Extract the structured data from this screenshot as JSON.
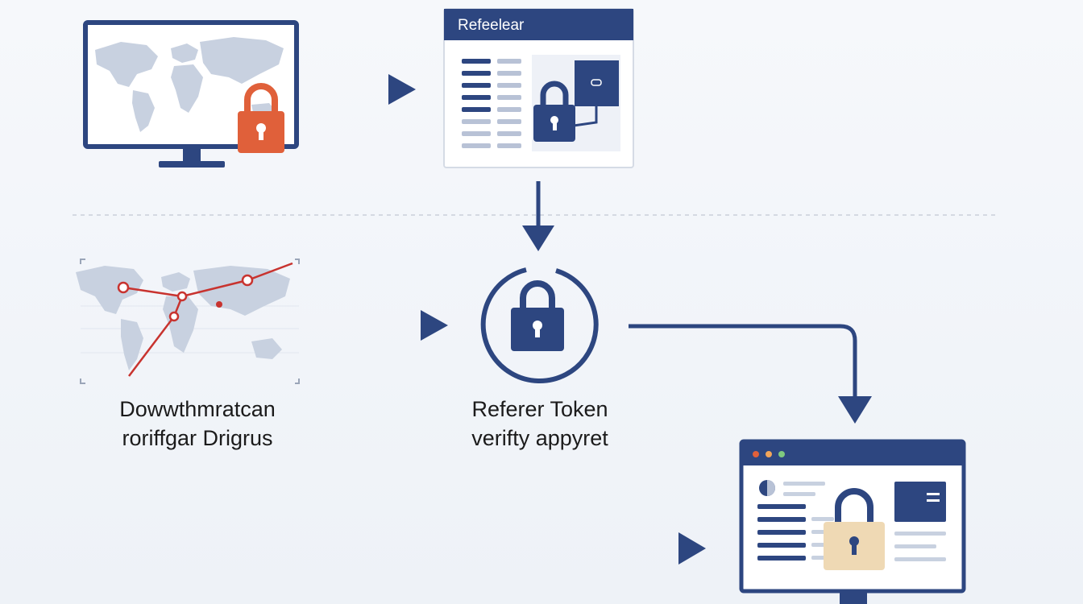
{
  "colors": {
    "navy": "#2d4680",
    "accent_red": "#e0603a",
    "route_red": "#c8332f",
    "map_land": "#c8d1e0",
    "lock_tan": "#efd9b4",
    "background": "#f3f6fa"
  },
  "top_window": {
    "title": "Refeelear"
  },
  "step_local": {
    "caption_line1": "Dowwthmratcan",
    "caption_line2": "roriffgar Drigrus"
  },
  "step_verify": {
    "caption_line1": "Referer Token",
    "caption_line2": "verifty appyret"
  },
  "icons": [
    "monitor-icon",
    "world-map-icon",
    "padlock-icon",
    "document-window-icon",
    "route-map-icon",
    "circle-lock-icon",
    "browser-window-icon",
    "arrow-icon"
  ]
}
